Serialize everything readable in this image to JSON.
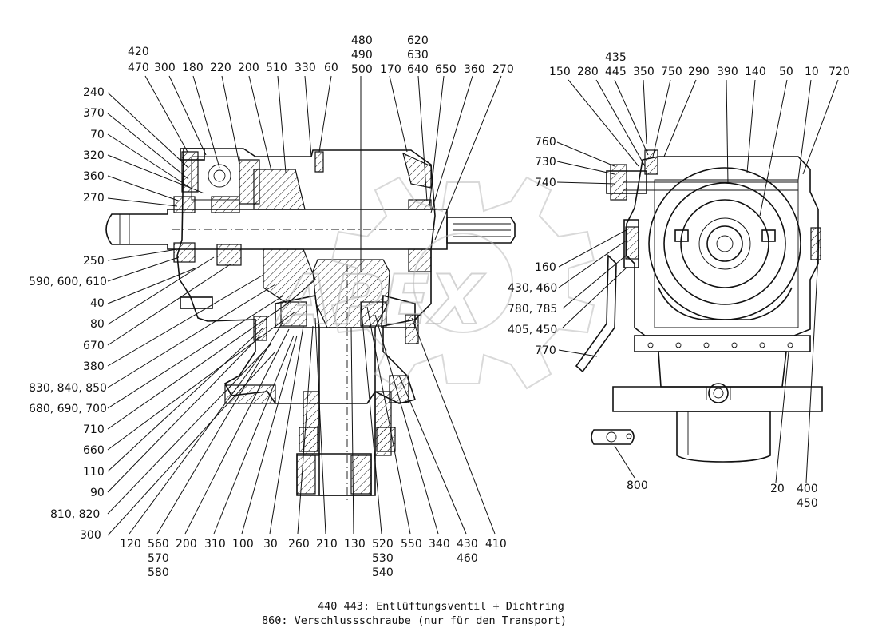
{
  "labels": {
    "l420": "420",
    "l470": "470",
    "l300a": "300",
    "l180": "180",
    "l220": "220",
    "l200a": "200",
    "l510": "510",
    "l330": "330",
    "l60": "60",
    "l480": "480",
    "l490": "490",
    "l500": "500",
    "l170": "170",
    "l620": "620",
    "l630": "630",
    "l640": "640",
    "l650": "650",
    "l360a": "360",
    "l270a": "270",
    "l240": "240",
    "l370": "370",
    "l70": "70",
    "l320": "320",
    "l360b": "360",
    "l270b": "270",
    "l250": "250",
    "l590": "590, 600, 610",
    "l40": "40",
    "l80": "80",
    "l670": "670",
    "l380": "380",
    "l830": "830, 840, 850",
    "l680": "680, 690, 700",
    "l710": "710",
    "l660": "660",
    "l110": "110",
    "l90": "90",
    "l810": "810, 820",
    "l300b": "300",
    "l120": "120",
    "l560": "560",
    "l570": "570",
    "l580": "580",
    "l200b": "200",
    "l310": "310",
    "l100": "100",
    "l30": "30",
    "l260": "260",
    "l210": "210",
    "l130": "130",
    "l520": "520",
    "l530": "530",
    "l540": "540",
    "l550": "550",
    "l340": "340",
    "l430b": "430",
    "l460b": "460",
    "l410": "410",
    "l435": "435",
    "l445": "445",
    "l150": "150",
    "l280": "280",
    "l350": "350",
    "l750": "750",
    "l290": "290",
    "l390": "390",
    "l140": "140",
    "l50": "50",
    "l10": "10",
    "l720": "720",
    "l760": "760",
    "l730": "730",
    "l740": "740",
    "l160": "160",
    "l430a": "430, 460",
    "l780": "780, 785",
    "l405": "405, 450",
    "l770": "770",
    "l800": "800",
    "l20": "20",
    "l400": "400",
    "l450": "450"
  },
  "notes": {
    "vent": "440 443: Entlüftungsventil + Dichtring",
    "plug": "860: Verschlussschraube (nur für den Transport)"
  },
  "watermark": {
    "text": "APEX",
    "color": "#b0b0b0"
  }
}
